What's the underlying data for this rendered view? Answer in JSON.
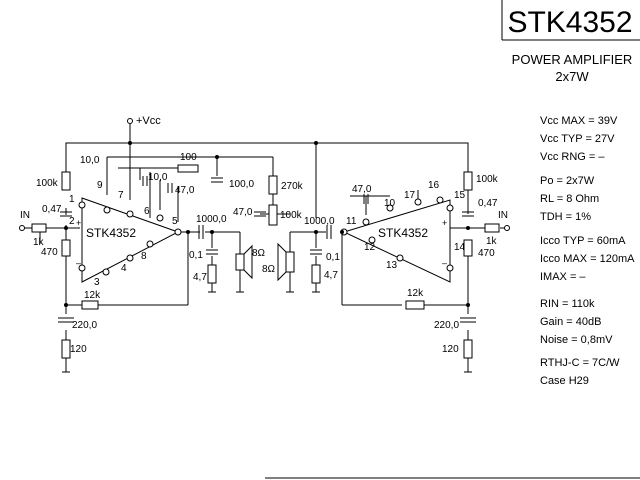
{
  "title": {
    "part": "STK4352",
    "line1": "POWER AMPLIFIER",
    "line2": "2x7W"
  },
  "specs": [
    "Vcc MAX = 39V",
    "Vcc TYP = 27V",
    "Vcc RNG = –",
    "Po = 2x7W",
    "RL = 8 Ohm",
    "TDH = 1%",
    "Icco TYP = 60mA",
    "Icco MAX = 120mA",
    "IMAX = –",
    "RIN = 110k",
    "Gain = 40dB",
    "Noise = 0,8mV",
    "RTHJ-C = 7C/W",
    "Case H29"
  ],
  "supply": "+Vcc",
  "ic_label": "STK4352",
  "input_label": "IN",
  "left": {
    "pins": [
      "1",
      "2",
      "3",
      "4",
      "5",
      "6",
      "7",
      "8",
      "9"
    ],
    "resistors": [
      "100k",
      "100",
      "270k",
      "100k",
      "1k",
      "470",
      "12k",
      "120",
      "4,7"
    ],
    "capacitors": [
      "10,0",
      "10,0",
      "47,0",
      "100,0",
      "47,0",
      "0,47",
      "1000,0",
      "0,1",
      "220,0"
    ],
    "speaker": "8Ω"
  },
  "right": {
    "pins": [
      "10",
      "11",
      "12",
      "13",
      "14",
      "15",
      "16",
      "17"
    ],
    "resistors": [
      "100k",
      "1k",
      "470",
      "12k",
      "120",
      "4,7"
    ],
    "capacitors": [
      "47,0",
      "0,47",
      "1000,0",
      "0,1",
      "220,0"
    ],
    "speaker": "8Ω"
  }
}
